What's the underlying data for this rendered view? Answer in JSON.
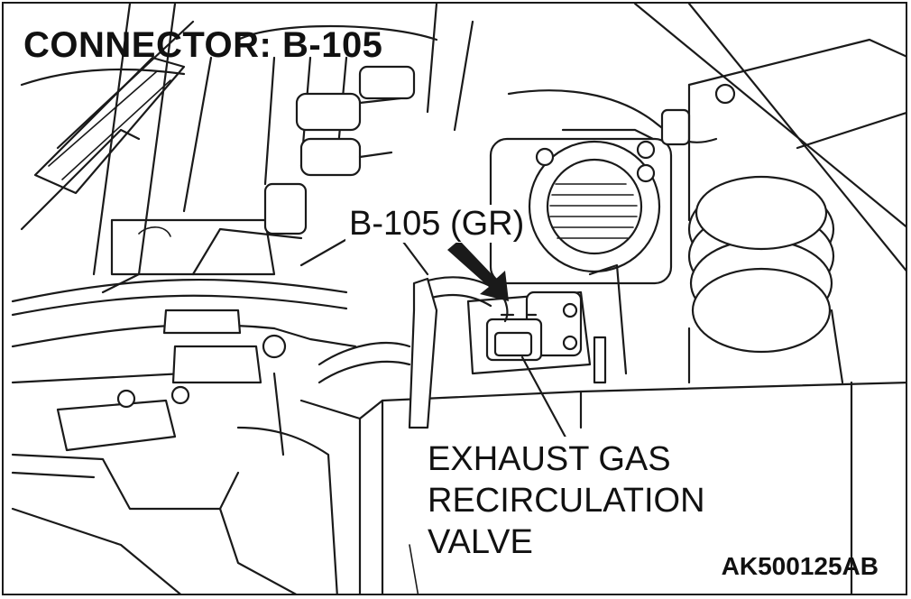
{
  "title": "CONNECTOR: B-105",
  "connector_label": "B-105 (GR)",
  "component_label": [
    "EXHAUST GAS",
    "RECIRCULATION",
    "VALVE"
  ],
  "figure_code": "AK500125AB"
}
